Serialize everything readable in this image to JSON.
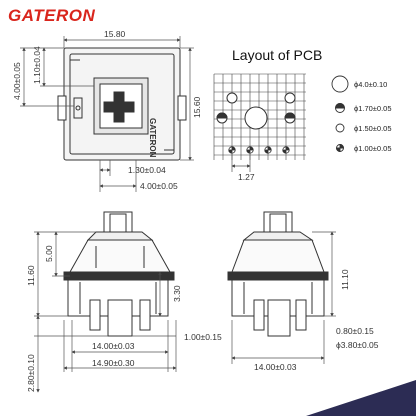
{
  "brand": {
    "name": "GATERON",
    "color": "#d9251c"
  },
  "top_view": {
    "width_label": "15.80",
    "height_label": "15.60",
    "stem_offset_label": "4.00±0.05",
    "stem_inner_label": "1.10±0.04",
    "pin_offset_label": "1.30±0.04",
    "pin_offset2_label": "4.00±0.05",
    "housing_text": "GATERON"
  },
  "pcb_layout": {
    "title": "Layout of PCB",
    "pitch_label": "1.27",
    "legend": [
      {
        "icon": "circle-large-icon",
        "label": "ϕ4.0±0.10"
      },
      {
        "icon": "half-filled-circle-icon",
        "label": "ϕ1.70±0.05"
      },
      {
        "icon": "circle-small-icon",
        "label": "ϕ1.50±0.05"
      },
      {
        "icon": "quarter-filled-circle-icon",
        "label": "ϕ1.00±0.05"
      }
    ]
  },
  "front_view": {
    "total_height_label": "11.60",
    "stem_height_label": "5.00",
    "pin_length_label": "3.30",
    "pin_width_label": "1.00±0.15",
    "bottom_width_label": "14.00±0.03",
    "overall_width_label": "14.90±0.30",
    "pin_bottom_label": "2.80±0.10"
  },
  "side_view": {
    "height_label": "11.10",
    "pin_width_label": "0.80±0.15",
    "pin_dia_label": "ϕ3.80±0.05",
    "bottom_width_label": "14.00±0.03"
  },
  "colors": {
    "line": "#333333",
    "dim": "#555555",
    "accent": "#2c2c54"
  }
}
